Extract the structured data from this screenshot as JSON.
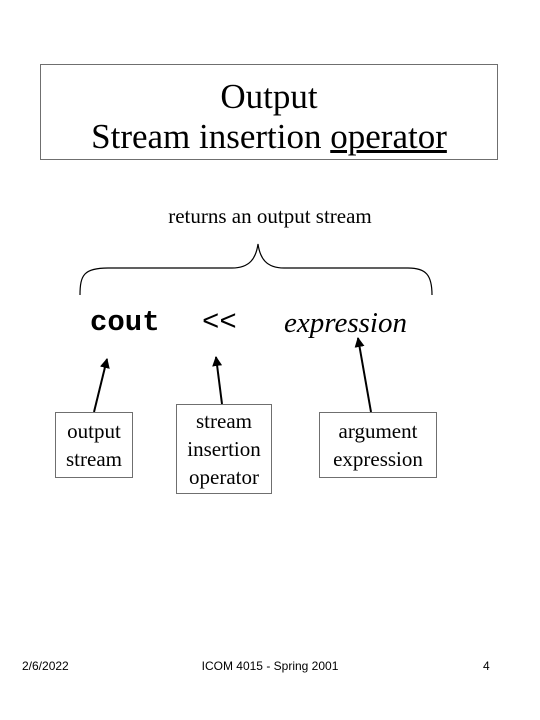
{
  "title": {
    "line1": "Output",
    "line2_prefix": "Stream insertion ",
    "line2_underlined": "operator"
  },
  "brace_label": "returns an output stream",
  "code": {
    "cout": "cout",
    "operator": "<<",
    "expression": "expression"
  },
  "labels": {
    "output_stream": [
      "output",
      "stream"
    ],
    "stream_insertion_operator": [
      "stream",
      "insertion",
      "operator"
    ],
    "argument_expression": [
      "argument",
      "expression"
    ]
  },
  "footer": {
    "date": "2/6/2022",
    "course": "ICOM 4015 - Spring 2001",
    "page": "4"
  }
}
